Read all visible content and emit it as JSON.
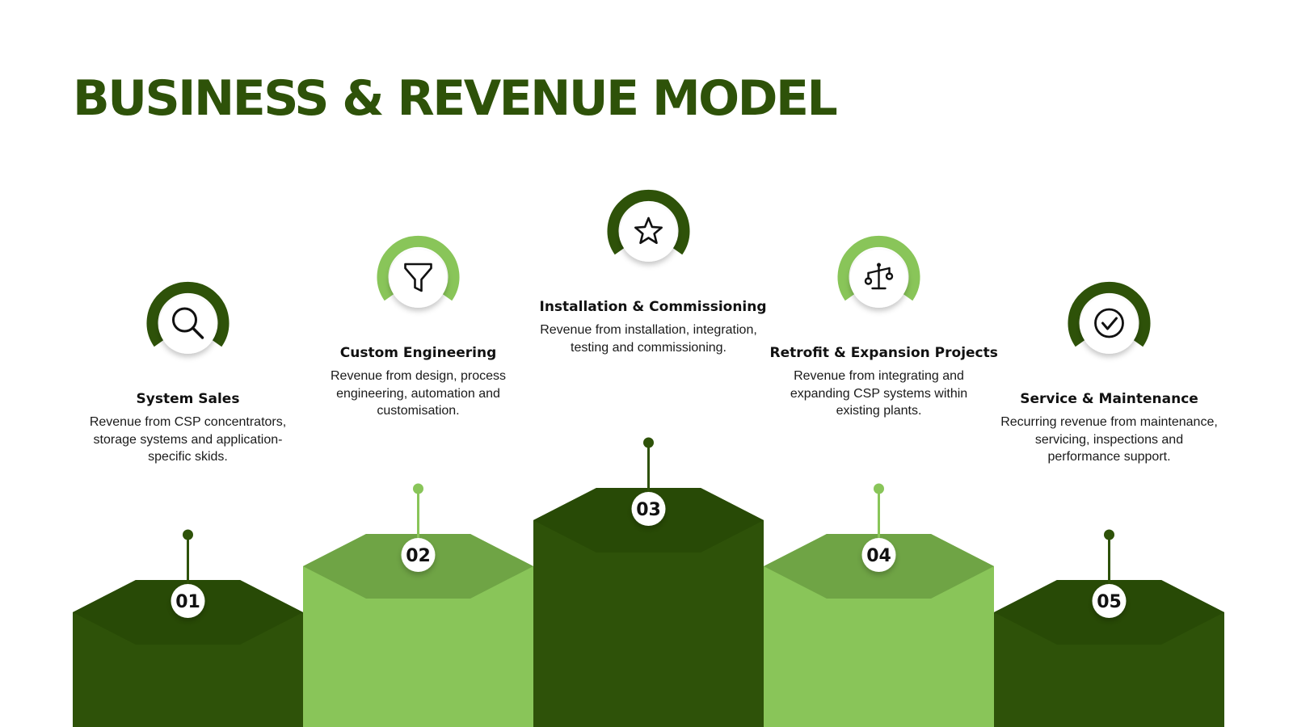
{
  "title": "BUSINESS & REVENUE MODEL",
  "colors": {
    "dark": "#2e5209",
    "darkTop": "#284a06",
    "light": "#89c559",
    "lightTop": "#6fa445"
  },
  "steps": [
    {
      "number": "01",
      "title": "System Sales",
      "description": "Revenue from CSP concentrators, storage systems and application-specific skids.",
      "icon": "search-icon",
      "tone": "dark"
    },
    {
      "number": "02",
      "title": "Custom Engineering",
      "description": "Revenue from design, process engineering, automation and customisation.",
      "icon": "funnel-icon",
      "tone": "light"
    },
    {
      "number": "03",
      "title": "Installation & Commissioning",
      "description": "Revenue from installation, integration, testing and commissioning.",
      "icon": "star-icon",
      "tone": "dark"
    },
    {
      "number": "04",
      "title": "Retrofit & Expansion Projects",
      "description": "Revenue from integrating and expanding CSP systems within existing plants.",
      "icon": "scale-icon",
      "tone": "light"
    },
    {
      "number": "05",
      "title": "Service & Maintenance",
      "description": "Recurring revenue from maintenance, servicing, inspections and performance support.",
      "icon": "check-circle-icon",
      "tone": "dark"
    }
  ]
}
